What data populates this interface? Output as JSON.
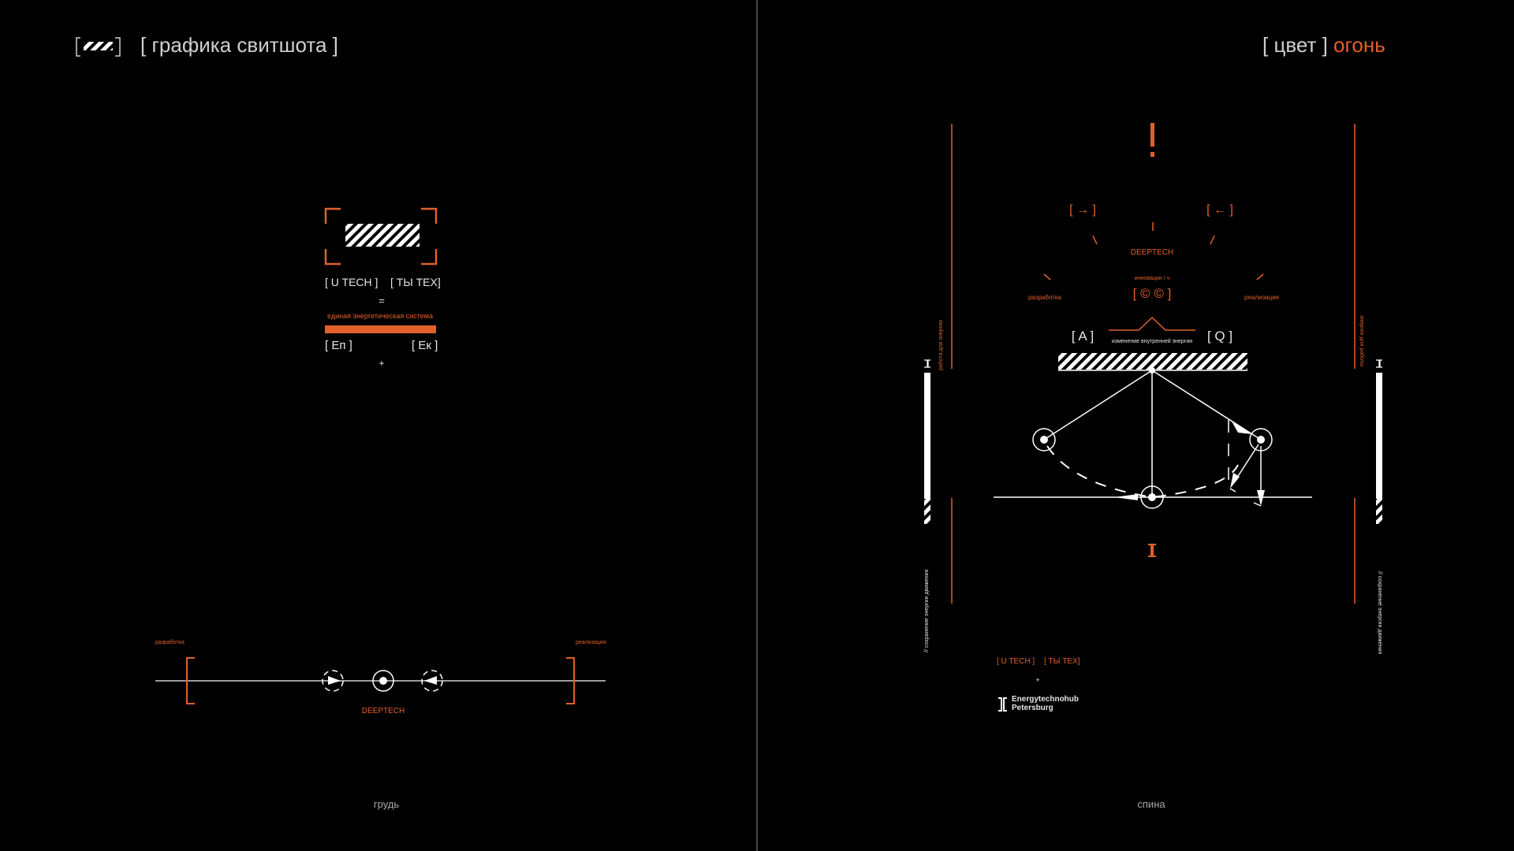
{
  "header": {
    "left_title": "[ графика свитшота ]",
    "right_prefix": "[ цвет ]",
    "right_color": "огонь"
  },
  "front": {
    "brand_left": "[ U TECH ]",
    "brand_right": "[ ТЫ ТЕХ]",
    "equals": "=",
    "system_label": "единая энергетическая система",
    "ep": "[ Eп ]",
    "ek": "[ Eк ]",
    "plus": "+",
    "axis_left": "разработка",
    "axis_right": "реализация",
    "axis_center": "DEEPTECH",
    "caption": "грудь"
  },
  "back": {
    "exclamation": "!",
    "arrow_right": "[ → ]",
    "arrow_left": "[ ← ]",
    "deeptech": "DEEPTECH",
    "develop": "разработка",
    "realize": "реализация",
    "innovation_rate": "инновации / ч",
    "copyrights": "[ © © ]",
    "work": "[ A ]",
    "heat": "[ Q ]",
    "internal_energy": "изменение внутренней энергии",
    "side_left_orange": "работа для энергии",
    "side_right_orange": "энергия для работы",
    "side_left_white": "// сохранение энергии движения",
    "side_right_white": "// сохранение энергии движения",
    "brand_left": "[ U TECH ]",
    "brand_right": "[ ТЫ ТЕХ]",
    "plus": "+",
    "logo_line1": "Energytechnohub",
    "logo_line2": "Petersburg",
    "caption": "спина"
  },
  "colors": {
    "accent": "#e2602a",
    "text": "#d4d4d4",
    "background": "#000000",
    "divider": "#5a5a5a"
  }
}
